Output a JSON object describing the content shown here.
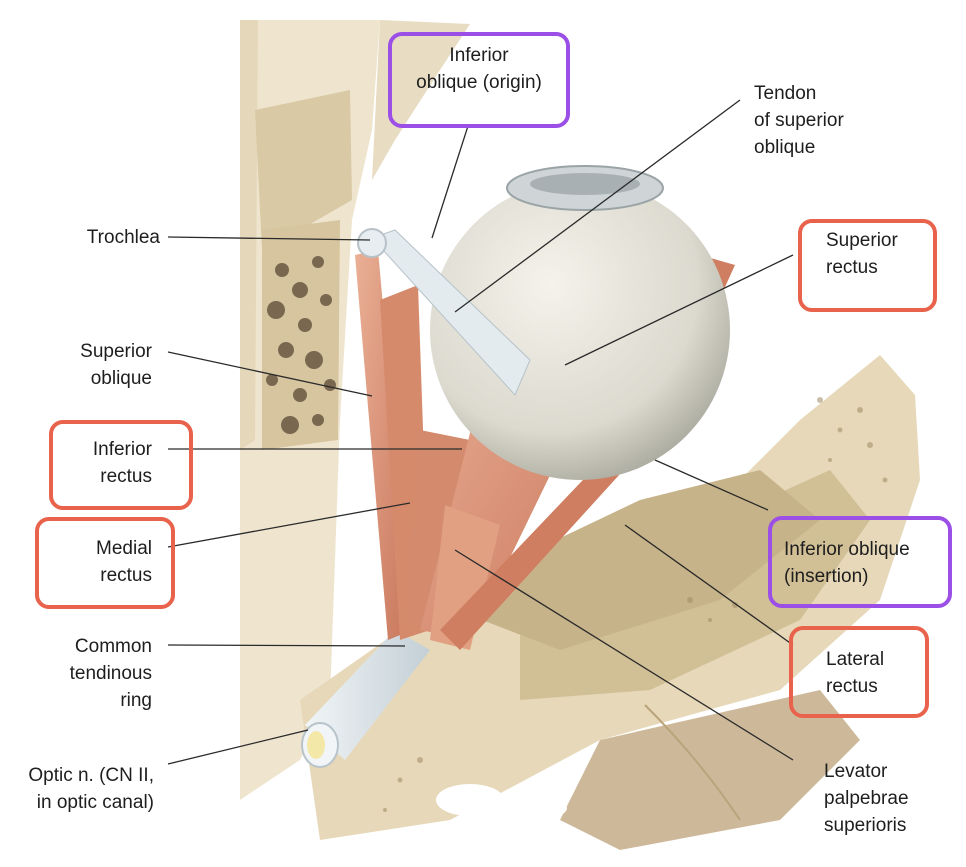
{
  "colors": {
    "highlight_red": "#e8624c",
    "highlight_purple": "#9b4fe6",
    "bone": "#eadfc7",
    "muscle": "#e3a07f",
    "tendon": "#dde6ea",
    "eyeball": "#e8e6dc"
  },
  "labels": {
    "inferior_oblique_origin": "Inferior\noblique (origin)",
    "tendon_superior_oblique": "Tendon\nof superior\noblique",
    "trochlea": "Trochlea",
    "superior_rectus": "Superior\nrectus",
    "superior_oblique": "Superior\noblique",
    "inferior_rectus": "Inferior\nrectus",
    "medial_rectus": "Medial\nrectus",
    "inferior_oblique_insertion": "Inferior oblique\n(insertion)",
    "common_tendinous_ring": "Common\ntendinous\nring",
    "lateral_rectus": "Lateral\nrectus",
    "optic_nerve": "Optic n. (CN II,\nin optic canal)",
    "levator_palpebrae": "Levator\npalpebrae\nsuperioris"
  }
}
